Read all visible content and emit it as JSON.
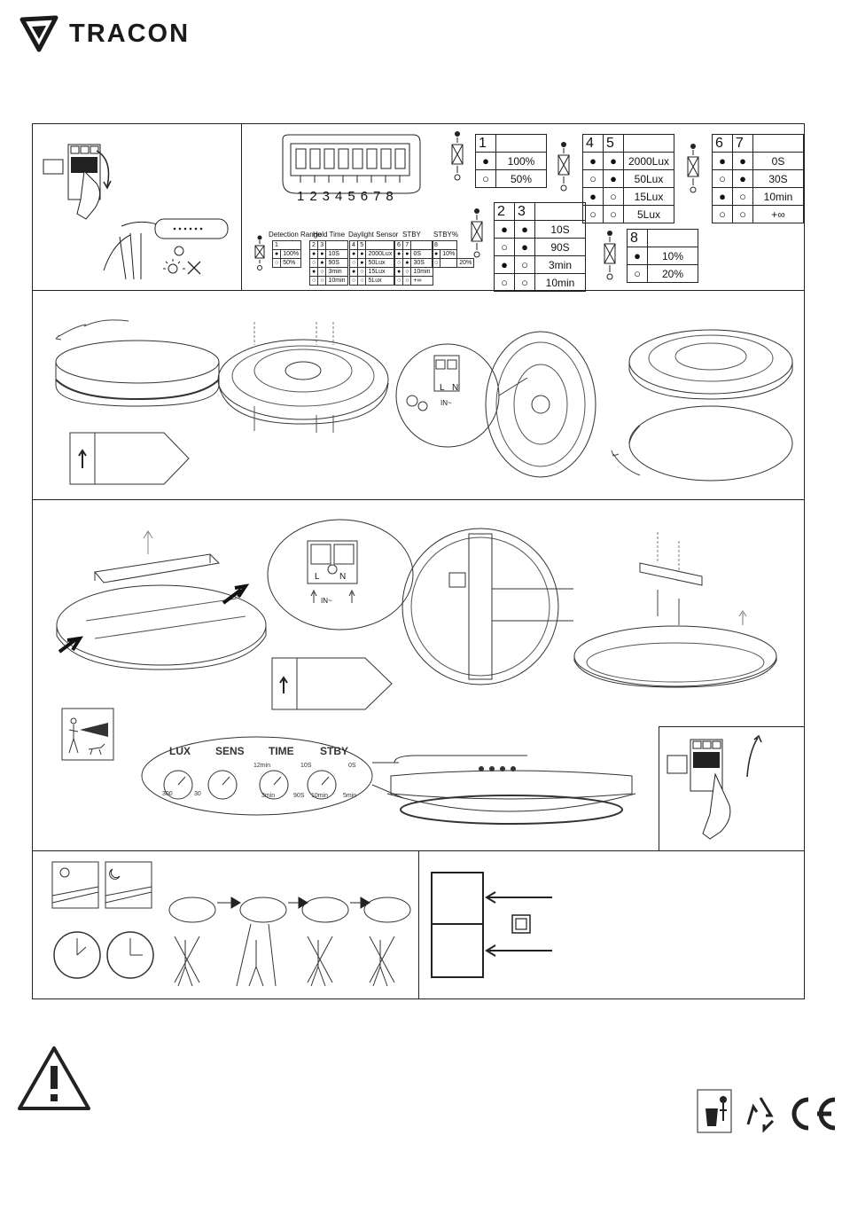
{
  "brand": {
    "name": "TRACON"
  },
  "dip_switch": {
    "numbers": "12345678"
  },
  "tables": {
    "detection_range": {
      "header": [
        "1"
      ],
      "rows": [
        {
          "dots": [
            "●"
          ],
          "value": "100%"
        },
        {
          "dots": [
            "○"
          ],
          "value": "50%"
        }
      ]
    },
    "hold_time": {
      "header": [
        "2",
        "3"
      ],
      "rows": [
        {
          "dots": [
            "●",
            "●"
          ],
          "value": "10S"
        },
        {
          "dots": [
            "○",
            "●"
          ],
          "value": "90S"
        },
        {
          "dots": [
            "●",
            "○"
          ],
          "value": "3min"
        },
        {
          "dots": [
            "○",
            "○"
          ],
          "value": "10min"
        }
      ]
    },
    "daylight_sensor": {
      "header": [
        "4",
        "5"
      ],
      "rows": [
        {
          "dots": [
            "●",
            "●"
          ],
          "value": "2000Lux"
        },
        {
          "dots": [
            "○",
            "●"
          ],
          "value": "50Lux"
        },
        {
          "dots": [
            "●",
            "○"
          ],
          "value": "15Lux"
        },
        {
          "dots": [
            "○",
            "○"
          ],
          "value": "5Lux"
        }
      ]
    },
    "standby_time": {
      "header": [
        "6",
        "7"
      ],
      "rows": [
        {
          "dots": [
            "●",
            "●"
          ],
          "value": "0S"
        },
        {
          "dots": [
            "○",
            "●"
          ],
          "value": "30S"
        },
        {
          "dots": [
            "●",
            "○"
          ],
          "value": "10min"
        },
        {
          "dots": [
            "○",
            "○"
          ],
          "value": "+∞"
        }
      ]
    },
    "standby_level": {
      "header": [
        "8"
      ],
      "rows": [
        {
          "dots": [
            "●"
          ],
          "value": "10%"
        },
        {
          "dots": [
            "○"
          ],
          "value": "20%"
        }
      ]
    }
  },
  "mini_labels": {
    "detection_range": "Detection Range",
    "hold_time": "Hold Time",
    "daylight_sensor": "Daylight Sensor",
    "stby": "STBY",
    "stby_pct": "STBY%"
  },
  "terminal": {
    "l": "L",
    "n": "N",
    "in": "IN~"
  },
  "knobs": {
    "lux": {
      "label": "LUX",
      "min": "300",
      "max": "30"
    },
    "sens": {
      "label": "SENS"
    },
    "time": {
      "label": "TIME",
      "a": "12min",
      "b": "10S",
      "c": "3min",
      "d": "90S"
    },
    "stby": {
      "label": "STBY",
      "a": "0S",
      "b": "10min",
      "c": "5min"
    }
  },
  "colors": {
    "ink": "#1a1a1a",
    "frame": "#222222"
  }
}
